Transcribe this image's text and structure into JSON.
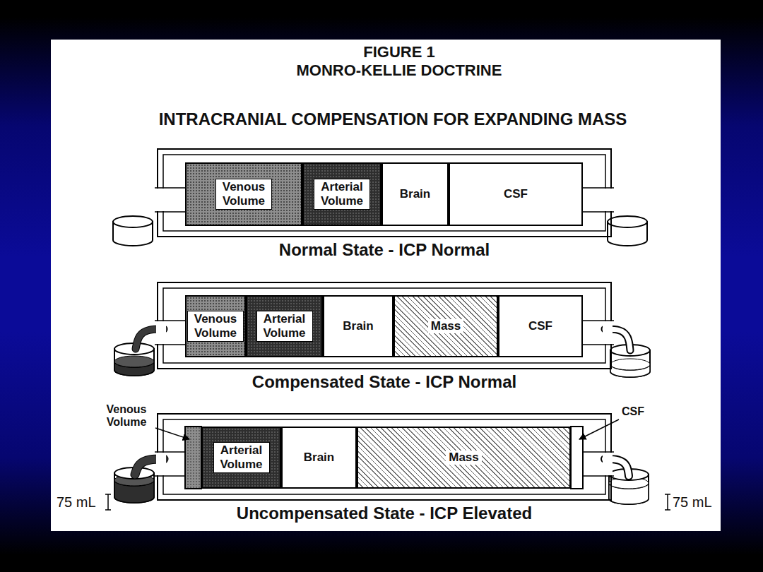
{
  "diagram": {
    "title": "MONRO-KELLIE DOCTRINE",
    "nodes": [
      {
        "text": [
          "Normal State - ICP Normal"
        ]
      },
      {
        "text": [
          "Venous Volume"
        ],
        "in": 0
      },
      {
        "text": [
          "Arterial Volume"
        ],
        "in": 0
      },
      {
        "text": [
          "Brain"
        ],
        "in": 0
      },
      {
        "text": [
          "CSF"
        ],
        "in": 0
      },
      {
        "text": [
          "Compensated State - ICP Normal"
        ]
      },
      {
        "text": [
          "Venous Volume"
        ],
        "in": 5
      },
      {
        "text": [
          "Arterial Volume"
        ],
        "in": 5
      },
      {
        "text": [
          "Brain"
        ],
        "in": 5
      },
      {
        "text": [
          "Mass"
        ],
        "in": 5
      },
      {
        "text": [
          "CSF"
        ],
        "in": 5
      },
      {
        "text": [
          "Uncompensated State - ICP Elevated"
        ]
      },
      {
        "text": [
          "Arterial Volume"
        ],
        "in": 11
      },
      {
        "text": [
          "Brain"
        ],
        "in": 11
      },
      {
        "text": [
          "Mass"
        ],
        "in": 11
      }
    ],
    "labels": [
      "FIGURE 1",
      "INTRACRANIAL COMPENSATION FOR EXPANDING MASS",
      "Venous Volume",
      "CSF",
      "75 mL",
      "75 mL"
    ]
  }
}
